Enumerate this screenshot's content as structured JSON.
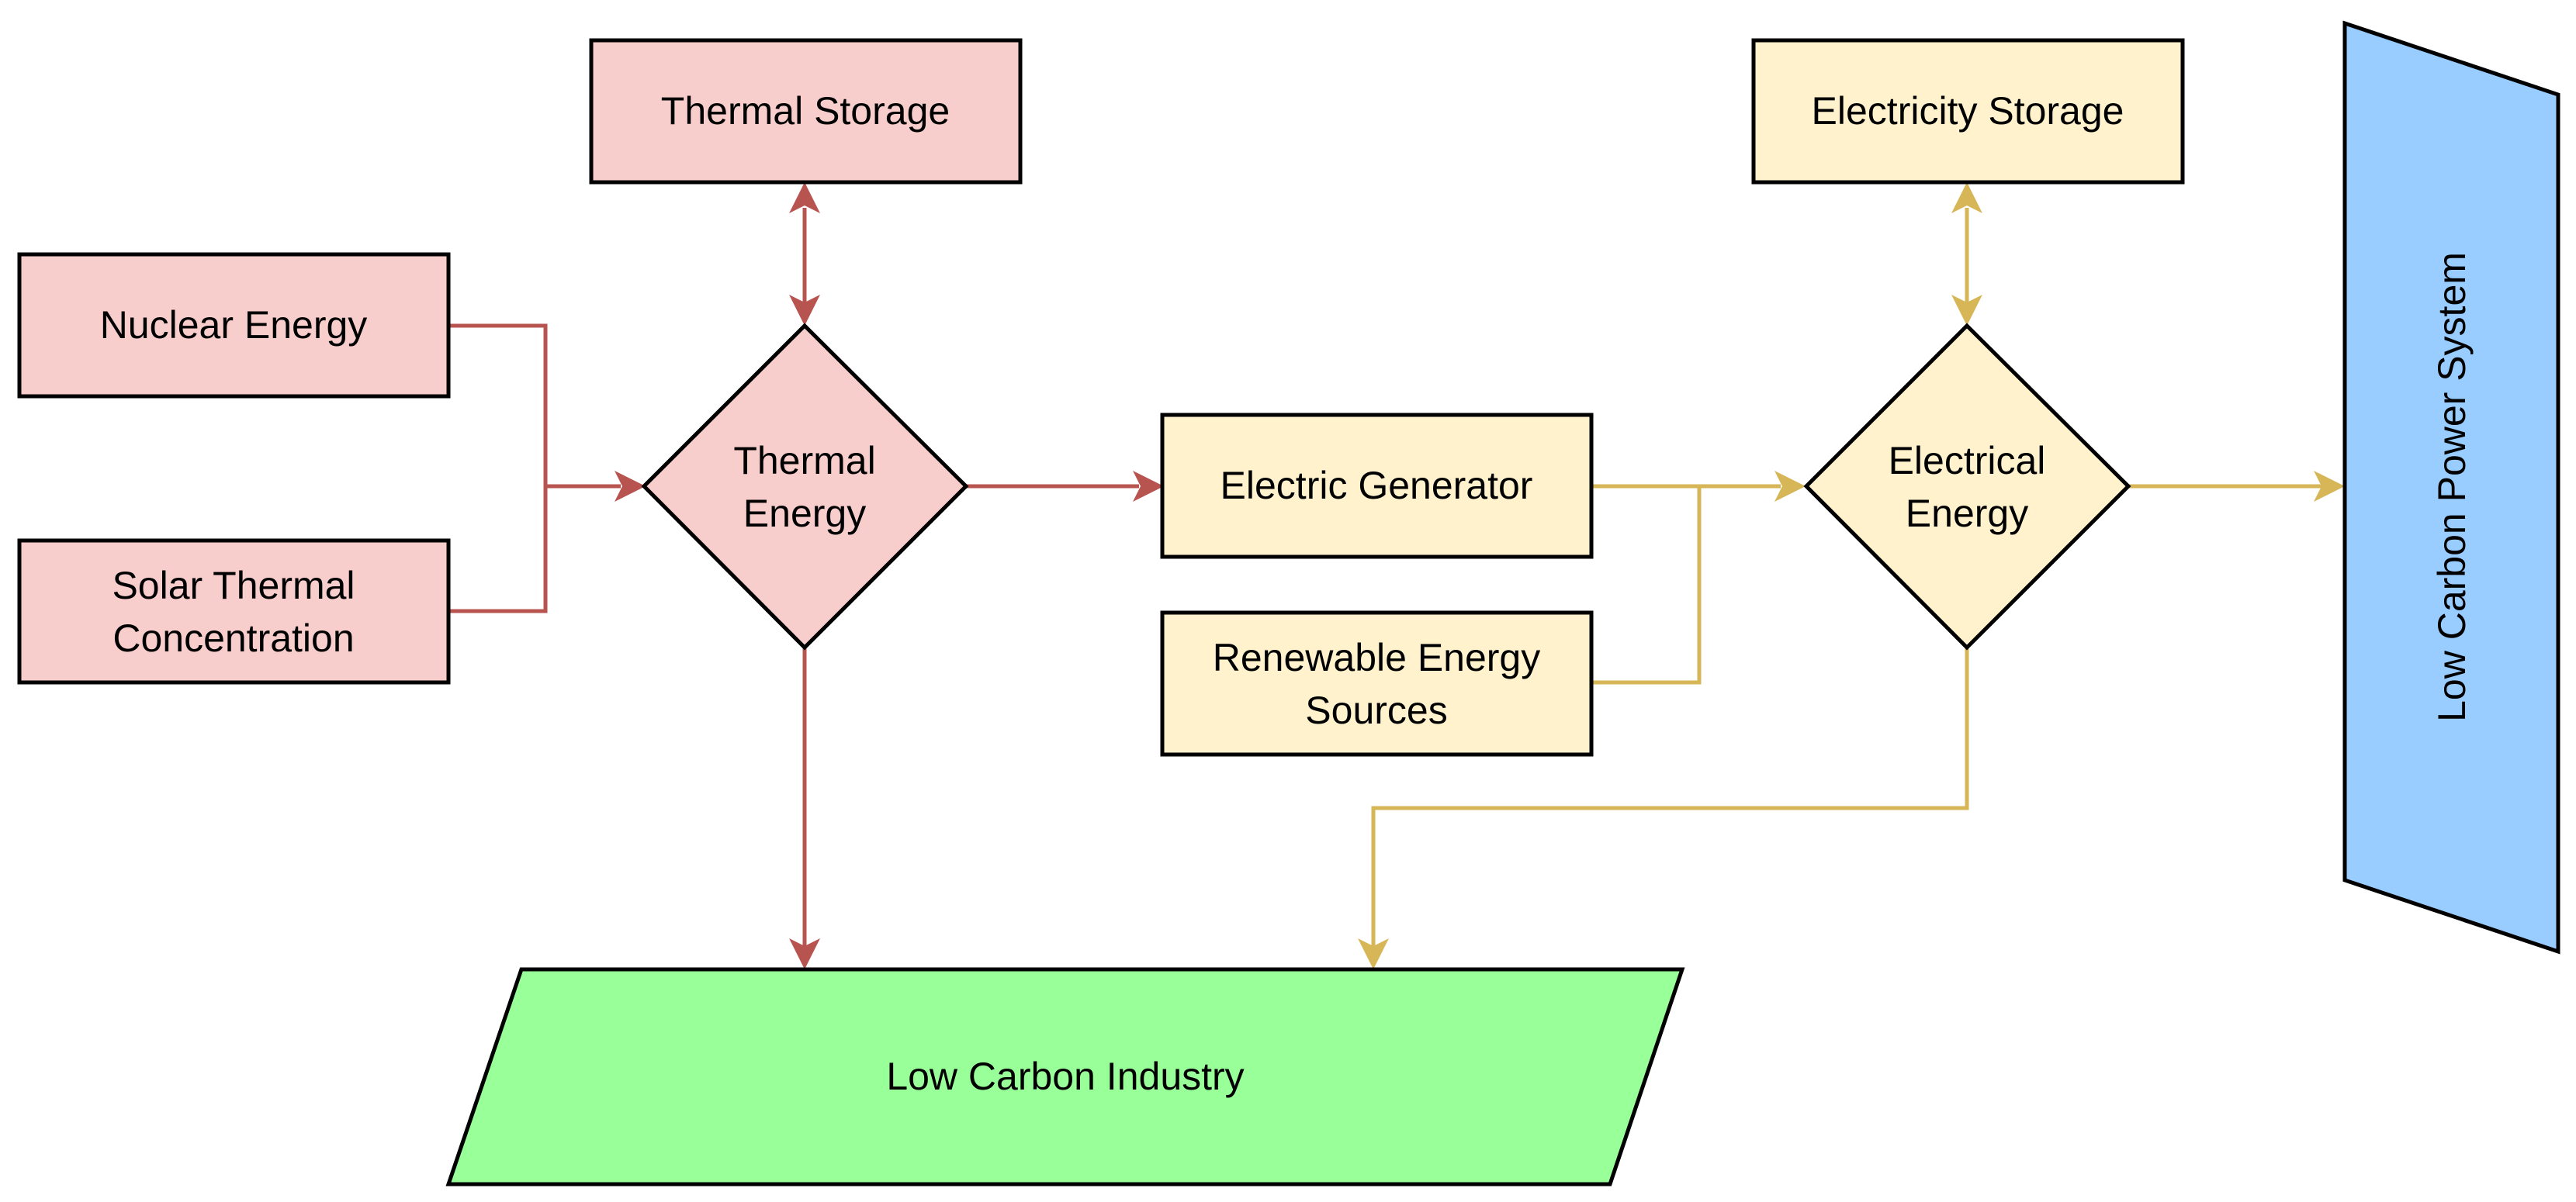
{
  "colors": {
    "thermal_fill": "#f8cecc",
    "electric_fill": "#fff2cc",
    "industry_fill": "#99ff99",
    "power_fill": "#99ccff",
    "thermal_edge": "#b85450",
    "electric_edge": "#d6b656",
    "outline": "#000000"
  },
  "nodes": {
    "thermal_storage": "Thermal Storage",
    "nuclear_energy": "Nuclear Energy",
    "solar_thermal_line1": "Solar Thermal",
    "solar_thermal_line2": "Concentration",
    "thermal_energy_line1": "Thermal",
    "thermal_energy_line2": "Energy",
    "electric_generator": "Electric Generator",
    "renewable_line1": "Renewable Energy",
    "renewable_line2": "Sources",
    "electricity_storage": "Electricity Storage",
    "electrical_energy_line1": "Electrical",
    "electrical_energy_line2": "Energy",
    "low_carbon_industry": "Low Carbon Industry",
    "low_carbon_power_system": "Low Carbon Power System"
  },
  "edges": [
    {
      "from": "thermal_storage",
      "to": "thermal_energy",
      "direction": "both"
    },
    {
      "from": "nuclear_energy",
      "to": "thermal_energy",
      "direction": "forward"
    },
    {
      "from": "solar_thermal_concentration",
      "to": "thermal_energy",
      "direction": "forward"
    },
    {
      "from": "thermal_energy",
      "to": "electric_generator",
      "direction": "forward"
    },
    {
      "from": "thermal_energy",
      "to": "low_carbon_industry",
      "direction": "forward"
    },
    {
      "from": "electric_generator",
      "to": "electrical_energy",
      "direction": "forward"
    },
    {
      "from": "renewable_energy_sources",
      "to": "electrical_energy",
      "direction": "forward"
    },
    {
      "from": "electricity_storage",
      "to": "electrical_energy",
      "direction": "both"
    },
    {
      "from": "electrical_energy",
      "to": "low_carbon_power_system",
      "direction": "forward"
    },
    {
      "from": "electrical_energy",
      "to": "low_carbon_industry",
      "direction": "forward"
    }
  ]
}
